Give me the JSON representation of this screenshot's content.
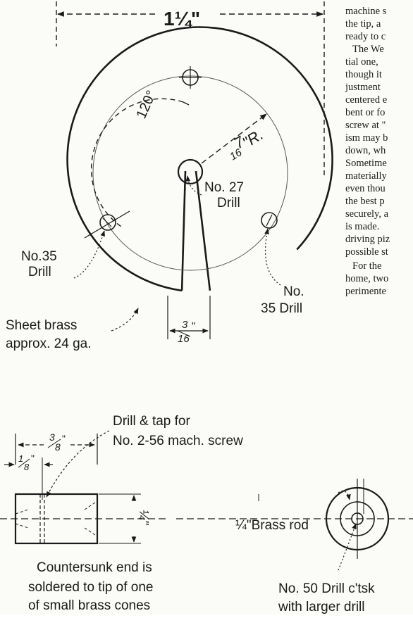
{
  "body_text_lines": [
    "machine s",
    "the tip, a",
    "ready to c",
    "The We",
    "tial one,",
    "though it",
    "justment",
    "centered e",
    "bent or fo",
    "screw at \"",
    "ism may b",
    "down, wh",
    "Sometime",
    "materially",
    "even thou",
    "the best p",
    "securely, a",
    "is made.",
    "driving piz",
    "possible st",
    "For the",
    "home, two",
    "perimente"
  ],
  "disc": {
    "width_dim": "1¼\"",
    "angle_label": "120°",
    "radius_whole": "7",
    "radius_frac_den": "16",
    "radius_unit": "\"R.",
    "center_hole_label_1": "No. 27",
    "center_hole_label_2": "Drill",
    "left_hole_label_1": "No.35",
    "left_hole_label_2": "Drill",
    "right_hole_label_1": "No.",
    "right_hole_label_2": "35 Drill",
    "material_label_1": "Sheet brass",
    "material_label_2": "approx. 24 ga.",
    "slot_dim_num": "3",
    "slot_dim_den": "16",
    "slot_dim_unit": "\""
  },
  "cylinder": {
    "length_dim_num": "3",
    "length_dim_den": "8",
    "length_dim_unit": "\"",
    "offset_dim_num": "1",
    "offset_dim_den": "8",
    "offset_dim_unit": "\"",
    "height_dim": "¼\"",
    "drill_note_1": "Drill & tap for",
    "drill_note_2": "No. 2-56 mach. screw",
    "caption_1": "Countersunk end is",
    "caption_2": "soldered to tip of one",
    "caption_3": "of small brass cones"
  },
  "rod": {
    "rod_label": "¼\"Brass rod",
    "drill_note_1": "No. 50 Drill c'tsk",
    "drill_note_2": "with larger drill"
  }
}
